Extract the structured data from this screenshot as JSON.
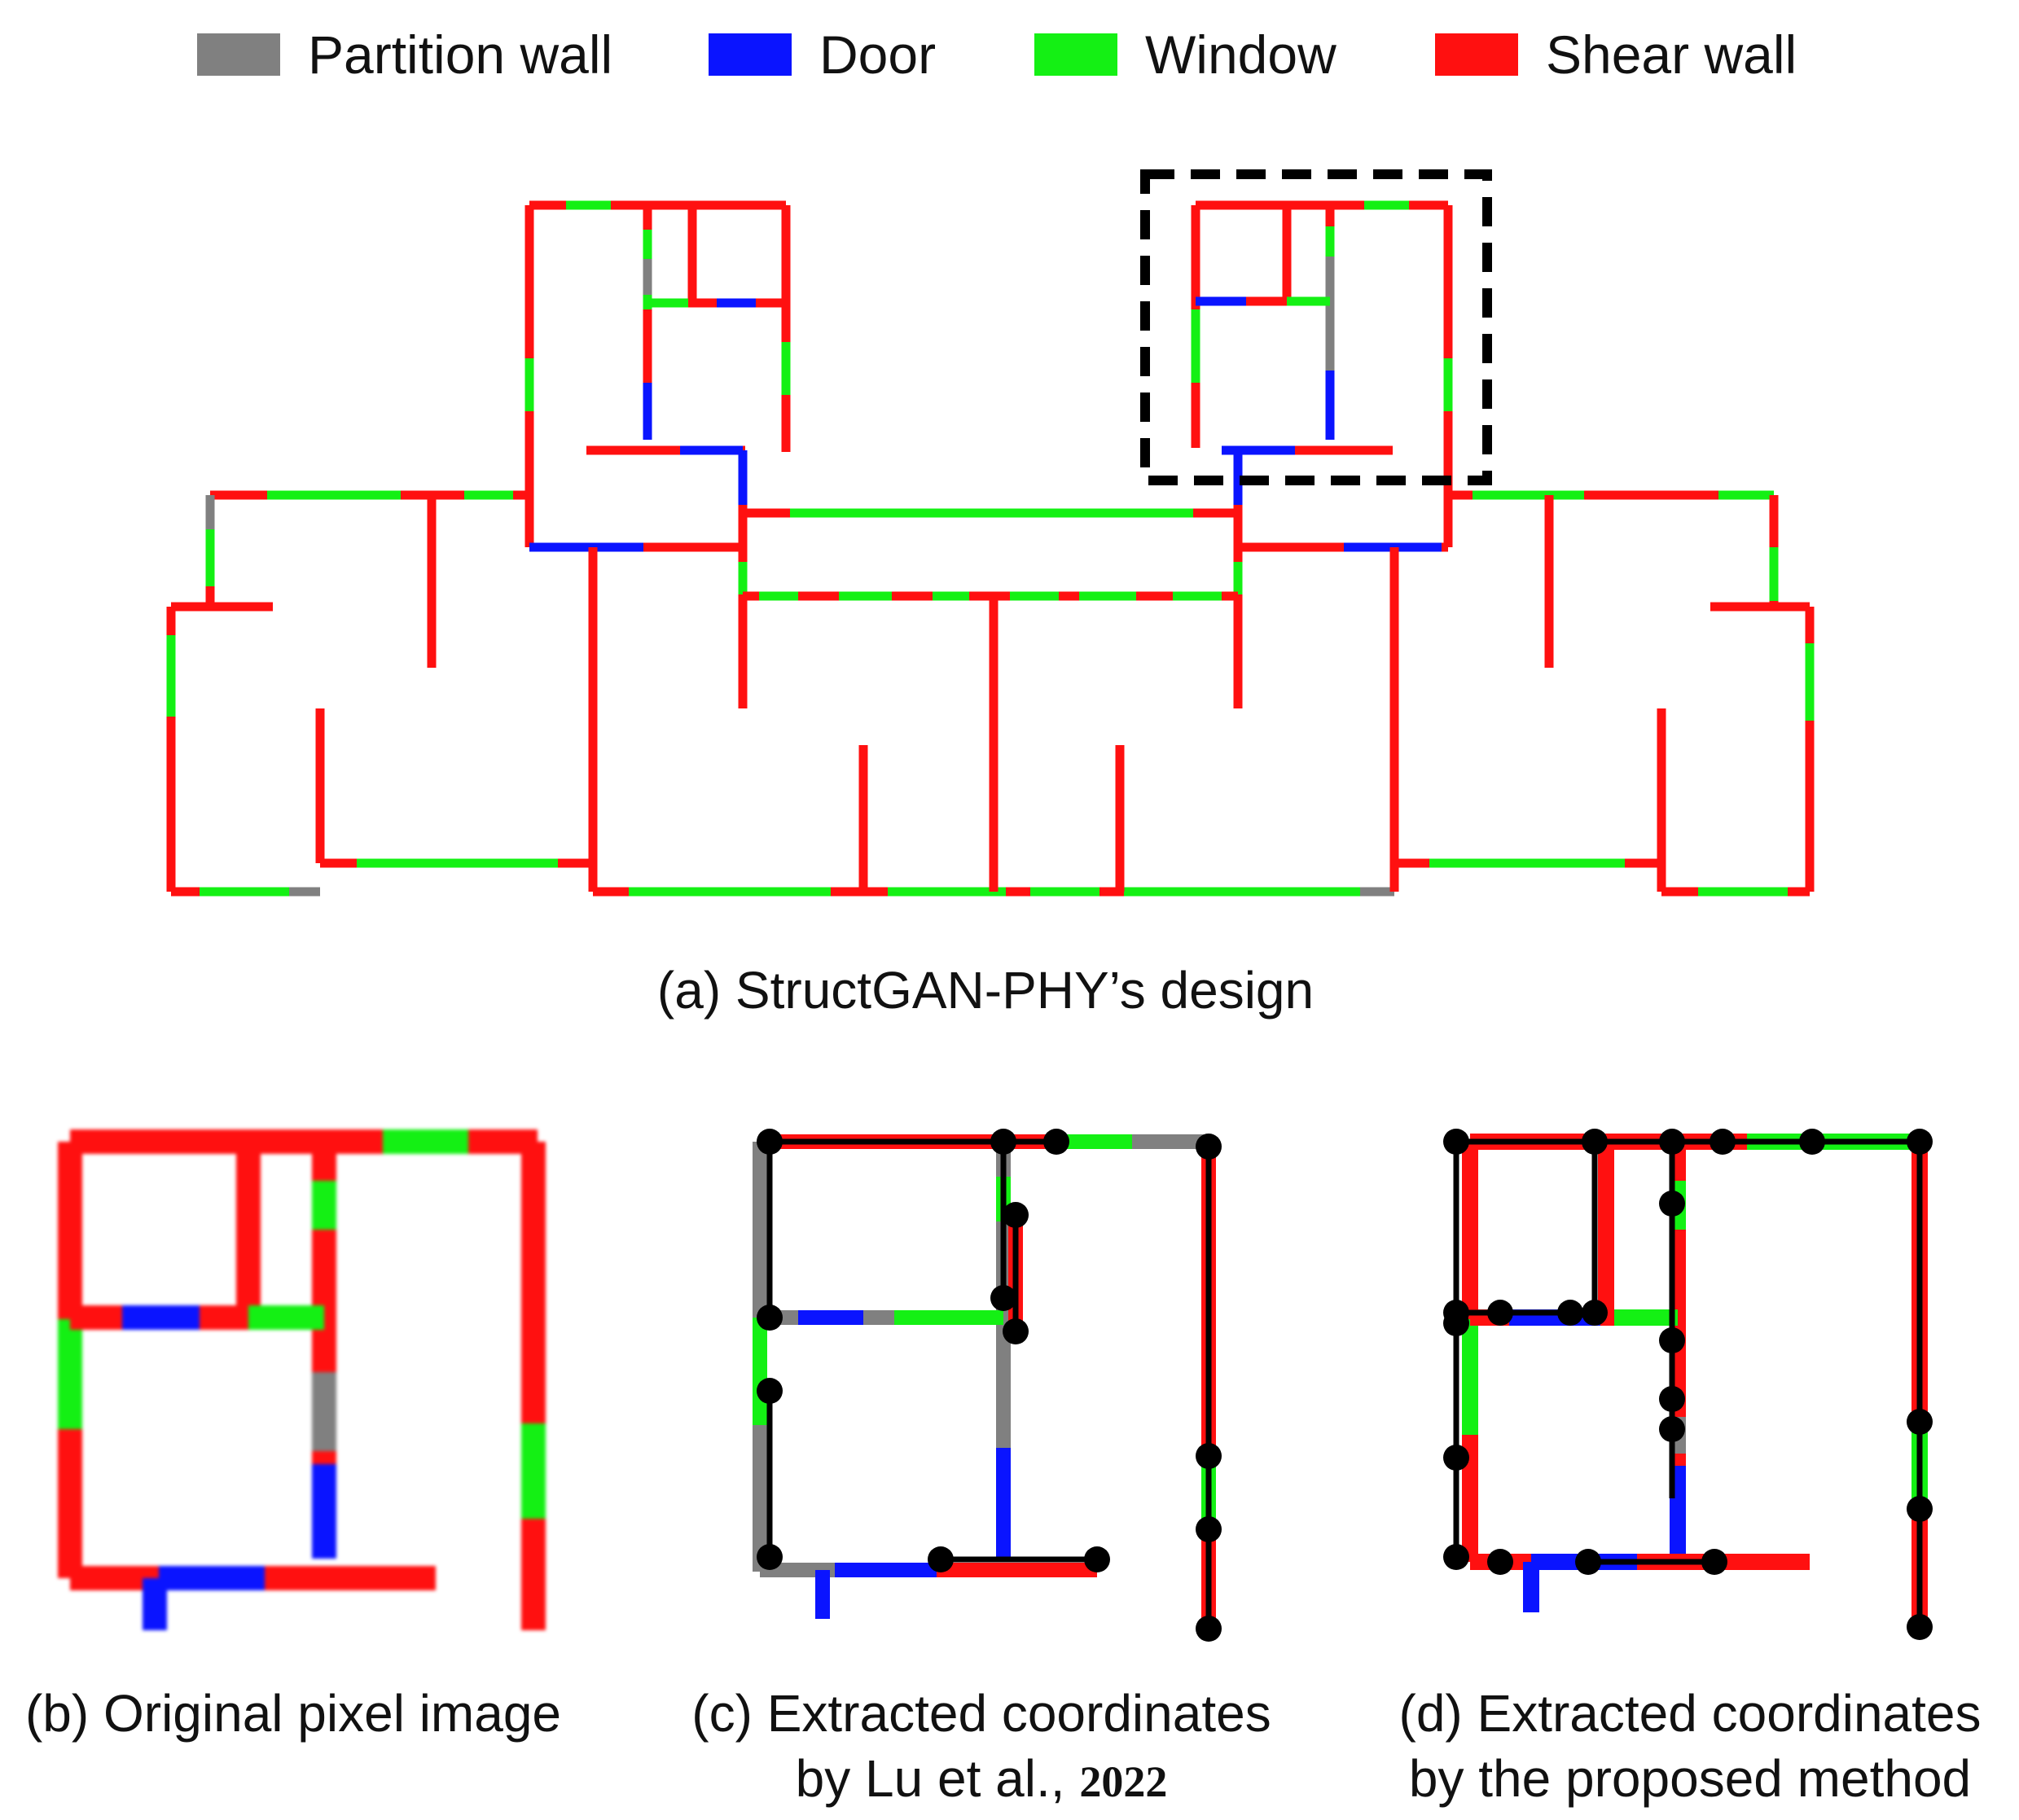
{
  "legend": [
    {
      "label": "Partition wall",
      "color": "#808080"
    },
    {
      "label": "Door",
      "color": "#0a14ff"
    },
    {
      "label": "Window",
      "color": "#14f014"
    },
    {
      "label": "Shear wall",
      "color": "#ff1010"
    }
  ],
  "captions": {
    "a": "(a) StructGAN-PHY’s design",
    "b": "(b) Original pixel image",
    "c_line1": "(c) Extracted coordinates",
    "c_line2": "by Lu et al.",
    "c_sep": ",",
    "c_year": "2022",
    "d_line1": "(d) Extracted coordinates",
    "d_line2": "by the proposed method"
  },
  "colors": {
    "partition": "#808080",
    "door": "#0a14ff",
    "window": "#14f014",
    "shear": "#ff1010",
    "node": "#000000",
    "highlight_box": "#000000"
  }
}
